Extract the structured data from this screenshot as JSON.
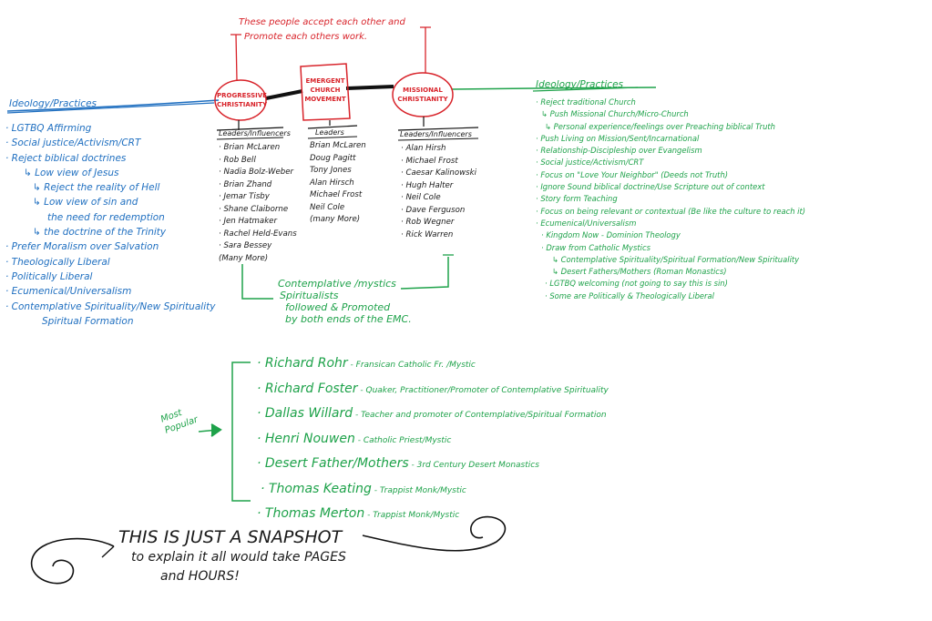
{
  "top_note": {
    "line1": "These people accept each other and",
    "line2": "Promote each others work."
  },
  "nodes": {
    "progressive": {
      "line1": "PROGRESSIVE",
      "line2": "CHRISTIANITY"
    },
    "emergent": {
      "line1": "EMERGENT",
      "line2": "CHURCH",
      "line3": "MOVEMENT"
    },
    "missional": {
      "line1": "MISSIONAL",
      "line2": "CHRISTIANITY"
    }
  },
  "left_ideology": {
    "title": "Ideology/Practices",
    "items": [
      {
        "text": "· LGTBQ Affirming",
        "level": 0
      },
      {
        "text": "· Social justice/Activism/CRT",
        "level": 0
      },
      {
        "text": "· Reject biblical doctrines",
        "level": 0
      },
      {
        "text": "↳ Low view of Jesus",
        "level": 1
      },
      {
        "text": "↳ Reject the reality of Hell",
        "level": 2
      },
      {
        "text": "↳ Low view of sin and",
        "level": 2
      },
      {
        "text": "the need for redemption",
        "level": 3
      },
      {
        "text": "↳ the doctrine of the Trinity",
        "level": 2
      },
      {
        "text": "· Prefer Moralism over Salvation",
        "level": 0
      },
      {
        "text": "· Theologically Liberal",
        "level": 0
      },
      {
        "text": "· Politically Liberal",
        "level": 0
      },
      {
        "text": "· Ecumenical/Universalism",
        "level": 0
      },
      {
        "text": "· Contemplative Spirituality/New Spirituality",
        "level": 0
      },
      {
        "text": "Spiritual Formation",
        "level": 4
      }
    ]
  },
  "progressive_leaders": {
    "title": "Leaders/Influencers",
    "items": [
      "· Brian McLaren",
      "· Rob Bell",
      "· Nadia Bolz-Weber",
      "· Brian Zhand",
      "· Jemar Tisby",
      "· Shane Claiborne",
      "· Jen Hatmaker",
      "· Rachel Held-Evans",
      "· Sara Bessey",
      "(Many More)"
    ]
  },
  "emergent_leaders": {
    "title": "Leaders",
    "items": [
      "Brian McLaren",
      "Doug Pagitt",
      "Tony Jones",
      "Alan Hirsch",
      "Michael Frost",
      "Neil Cole",
      "(many More)"
    ]
  },
  "missional_leaders": {
    "title": "Leaders/Influencers",
    "items": [
      "· Alan Hirsh",
      "· Michael Frost",
      "· Caesar Kalinowski",
      "· Hugh Halter",
      "· Neil Cole",
      "· Dave Ferguson",
      "· Rob Wegner",
      "· Rick Warren"
    ]
  },
  "right_ideology": {
    "title": "Ideology/Practices",
    "items": [
      {
        "text": "· Reject traditional Church",
        "level": 0
      },
      {
        "text": "↳ Push Missional Church/Micro-Church",
        "level": 1
      },
      {
        "text": "↳ Personal experience/feelings over Preaching biblical Truth",
        "level": 2
      },
      {
        "text": "· Push Living on Mission/Sent/Incarnational",
        "level": 0
      },
      {
        "text": "· Relationship-Discipleship over Evangelism",
        "level": 0
      },
      {
        "text": "· Social justice/Activism/CRT",
        "level": 0
      },
      {
        "text": "· Focus on \"Love Your Neighbor\" (Deeds not Truth)",
        "level": 0
      },
      {
        "text": "· Ignore Sound biblical doctrine/Use Scripture out of context",
        "level": 0
      },
      {
        "text": "· Story form Teaching",
        "level": 0
      },
      {
        "text": "· Focus on being relevant or contextual (Be like the culture to reach it)",
        "level": 0
      },
      {
        "text": "· Ecumenical/Universalism",
        "level": 0
      },
      {
        "text": "· Kingdom Now - Dominion Theology",
        "level": 1
      },
      {
        "text": "· Draw from Catholic Mystics",
        "level": 1
      },
      {
        "text": "↳ Contemplative Spirituality/Spiritual Formation/New Spirituality",
        "level": 3
      },
      {
        "text": "↳ Desert Fathers/Mothers (Roman Monastics)",
        "level": 3
      },
      {
        "text": "· LGTBQ welcoming (not going to say this is sin)",
        "level": 2
      },
      {
        "text": "· Some are Politically & Theologically Liberal",
        "level": 2
      }
    ]
  },
  "mystics_note": {
    "line1": "Contemplative /mystics",
    "line2": "Spiritualists",
    "line3": "followed & Promoted",
    "line4": "by both ends of the EMC."
  },
  "most_popular": {
    "line1": "Most",
    "line2": "Popular"
  },
  "mystics": [
    {
      "name": "· Richard Rohr",
      "desc": " - Fransican Catholic Fr. /Mystic"
    },
    {
      "name": "· Richard Foster",
      "desc": " - Quaker, Practitioner/Promoter of Contemplative Spirituality"
    },
    {
      "name": "· Dallas Willard",
      "desc": " - Teacher and promoter of Contemplative/Spiritual Formation"
    },
    {
      "name": "· Henri Nouwen",
      "desc": " - Catholic Priest/Mystic"
    },
    {
      "name": "· Desert Father/Mothers",
      "desc": " - 3rd Century Desert Monastics"
    },
    {
      "name": "· Thomas Keating",
      "desc": " - Trappist Monk/Mystic"
    },
    {
      "name": "· Thomas Merton",
      "desc": " - Trappist Monk/Mystic"
    }
  ],
  "footer": {
    "line1": "THIS IS JUST A SNAPSHOT",
    "line2": "to explain it all would take PAGES",
    "line3": "and HOURS!"
  },
  "colors": {
    "blue": "#1f6fc0",
    "green": "#1ea24a",
    "red": "#d8232a",
    "black": "#1a1a1a"
  }
}
